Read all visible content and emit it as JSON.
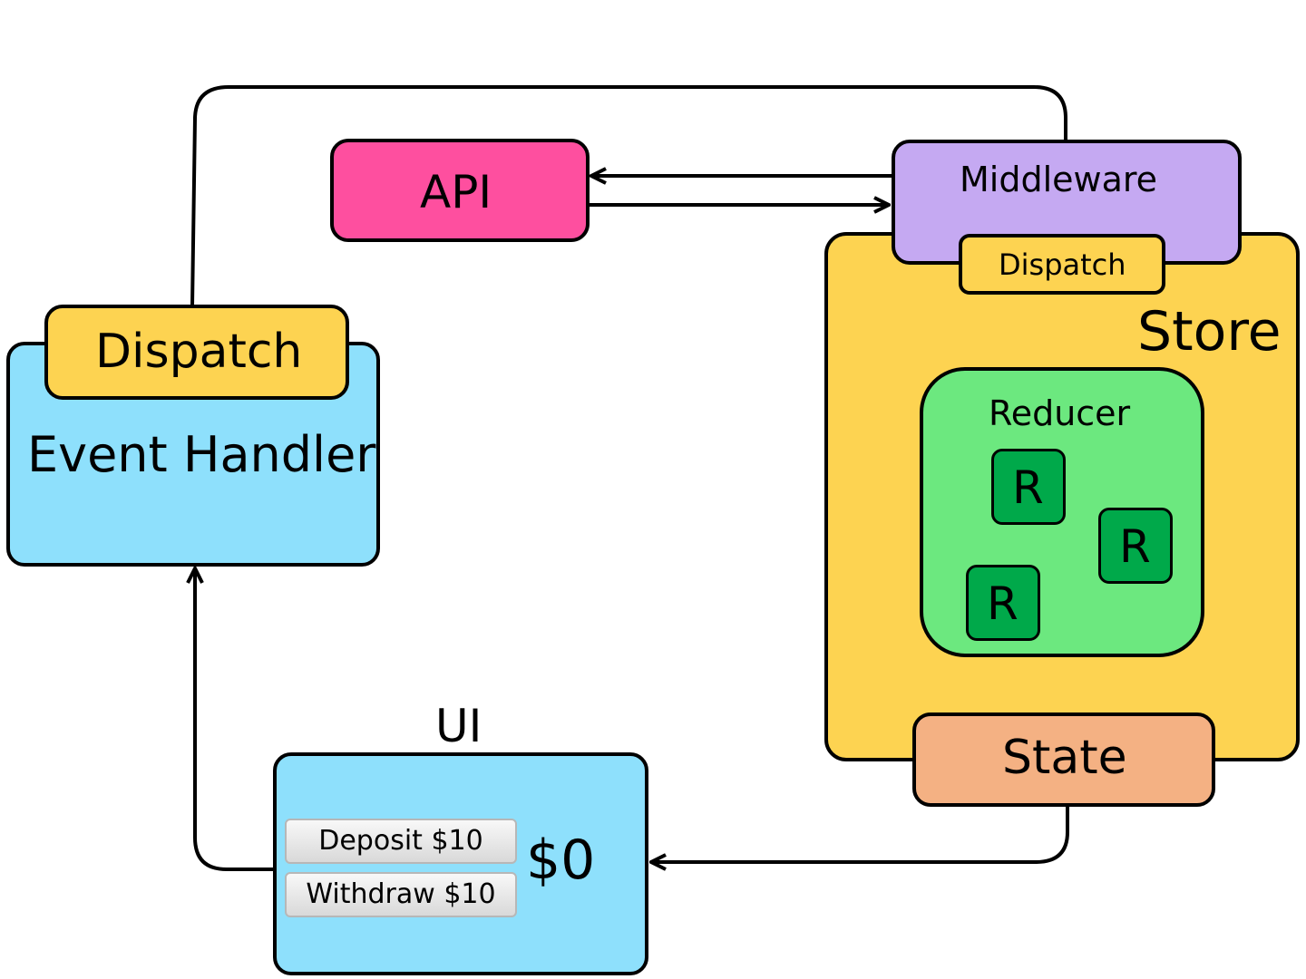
{
  "store": {
    "label": "Store",
    "fill": "#fdd351"
  },
  "middleware": {
    "label": "Middleware",
    "fill": "#c5a9f2"
  },
  "middleware_dispatch": {
    "label": "Dispatch",
    "fill": "#fdd351"
  },
  "api": {
    "label": "API",
    "fill": "#fe4f9f"
  },
  "reducer": {
    "label": "Reducer",
    "fill": "#6ce87f",
    "sub_reducers": [
      "R",
      "R",
      "R"
    ],
    "sub_fill": "#00a94a"
  },
  "state": {
    "label": "State",
    "fill": "#f4b183"
  },
  "event_handler": {
    "label": "Event Handler",
    "dispatch_label": "Dispatch",
    "fill": "#8ee0fc"
  },
  "ui": {
    "title": "UI",
    "fill": "#8ee0fc",
    "deposit_label": "Deposit $10",
    "withdraw_label": "Withdraw $10",
    "balance": "$0"
  }
}
